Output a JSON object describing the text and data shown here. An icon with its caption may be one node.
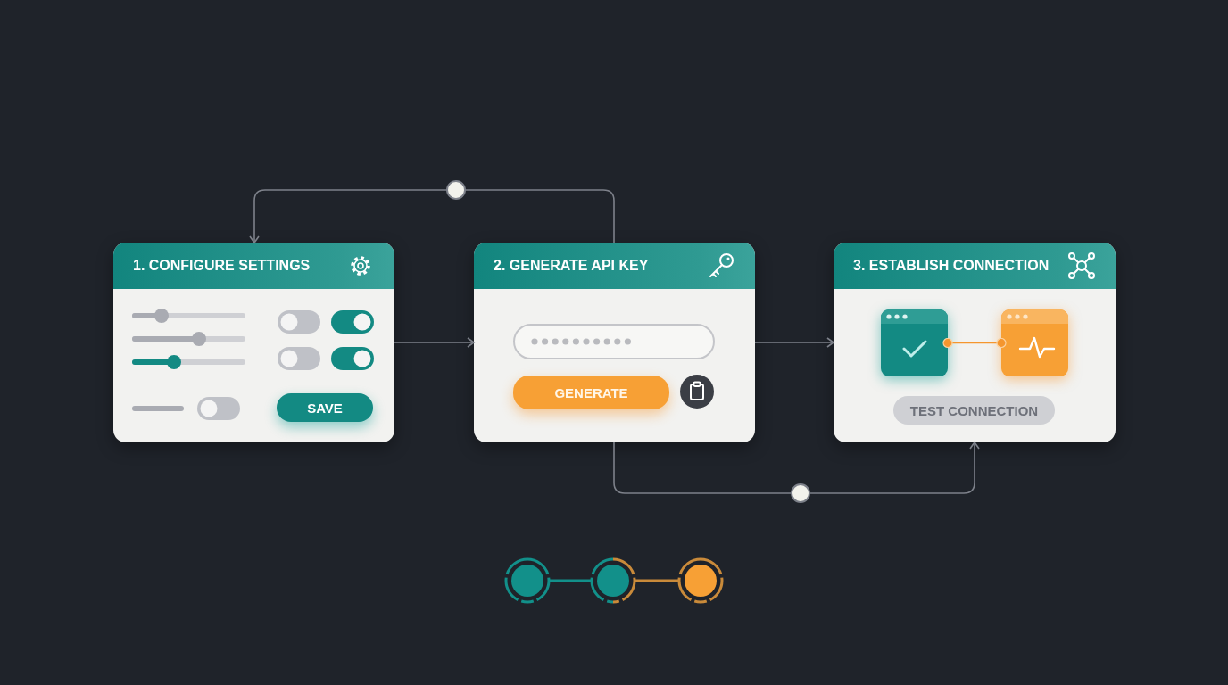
{
  "diagram": {
    "nodes": [
      {
        "text": [
          "1. CONFIGURE SETTINGS"
        ]
      },
      {
        "text": [
          "2. GENERATE API KEY"
        ]
      },
      {
        "text": [
          "3. ESTABLISH CONNECTION"
        ]
      },
      {
        "text": [
          "SAVE"
        ],
        "in": 0
      },
      {
        "text": [
          "GENERATE"
        ],
        "in": 1
      },
      {
        "text": [
          "TEST CONNECTION"
        ],
        "in": 2
      },
      {
        "text": [],
        "shape": "box",
        "in": 2
      },
      {
        "text": [],
        "shape": "box",
        "in": 2
      },
      {
        "text": [],
        "shape": "circle"
      },
      {
        "text": [],
        "shape": "circle"
      },
      {
        "text": [],
        "shape": "circle"
      }
    ],
    "edges": [
      {
        "from": 0,
        "to": 1,
        "arrow": "to"
      },
      {
        "from": 1,
        "to": 2,
        "arrow": "to"
      },
      {
        "from": 1,
        "to": 0,
        "arrow": "to"
      },
      {
        "from": 1,
        "to": 2,
        "arrow": "to"
      },
      {
        "from": 6,
        "to": 7,
        "arrow": "other",
        "color": "#f5962e"
      },
      {
        "from": 8,
        "to": 9,
        "arrow": "none",
        "color": "#12908a"
      },
      {
        "from": 9,
        "to": 10,
        "arrow": "none",
        "color": "#c98a3a"
      }
    ]
  }
}
